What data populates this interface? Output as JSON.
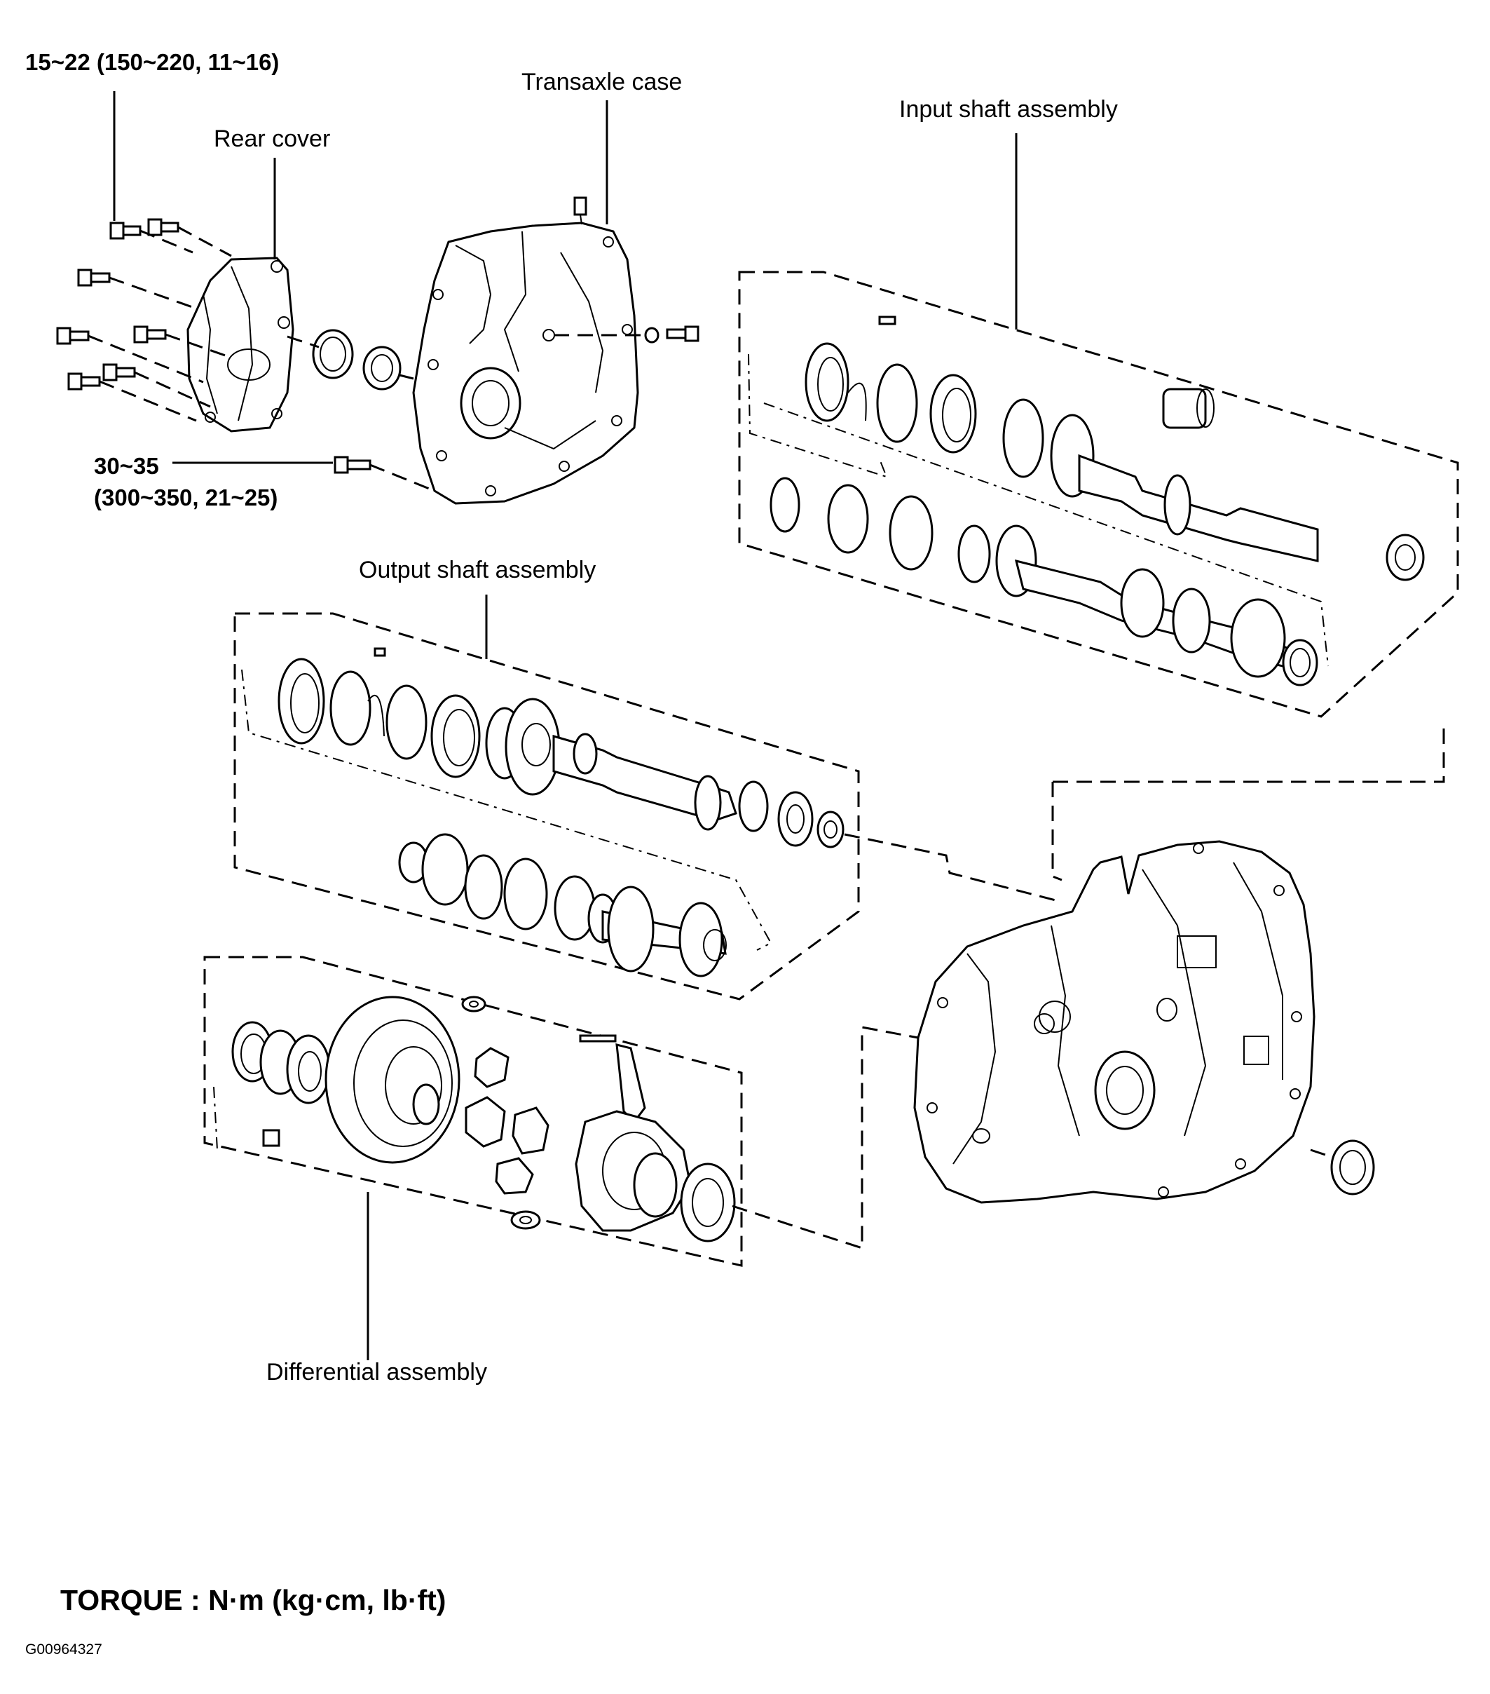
{
  "labels": {
    "torque_top": "15~22 (150~220, 11~16)",
    "transaxle_case": "Transaxle case",
    "rear_cover": "Rear cover",
    "input_shaft_assembly": "Input shaft assembly",
    "torque_mid_line1": "30~35",
    "torque_mid_line2": "(300~350, 21~25)",
    "output_shaft_assembly": "Output shaft assembly",
    "differential_assembly": "Differential assembly"
  },
  "footer": {
    "torque_units": "TORQUE : N·m (kg·cm, lb·ft)",
    "figure_code": "G00964327"
  }
}
